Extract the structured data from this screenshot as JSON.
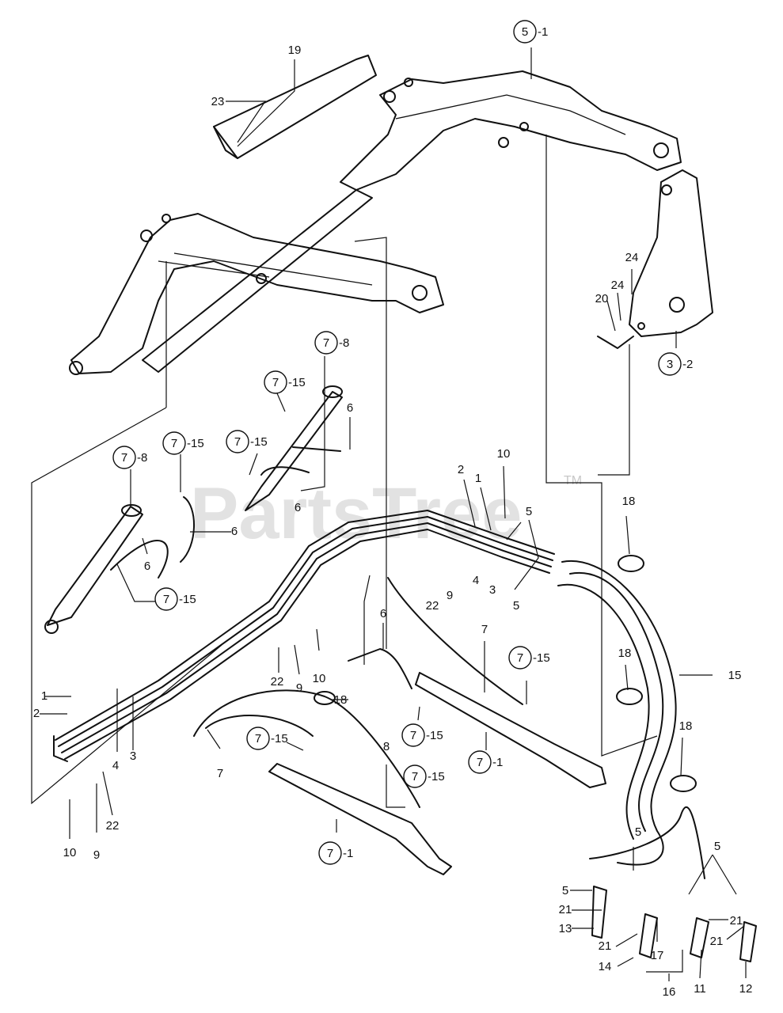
{
  "watermark": {
    "text": "PartsTree",
    "tm": "TM"
  },
  "callouts": [
    {
      "id": "c-5-1",
      "circled": "5",
      "suffix": "-1"
    },
    {
      "id": "c-19",
      "text": "19"
    },
    {
      "id": "c-23",
      "text": "23"
    },
    {
      "id": "c-24a",
      "text": "24"
    },
    {
      "id": "c-24b",
      "text": "24"
    },
    {
      "id": "c-20",
      "text": "20"
    },
    {
      "id": "c-3-2",
      "circled": "3",
      "suffix": "-2"
    },
    {
      "id": "c-7-8a",
      "circled": "7",
      "suffix": "-8"
    },
    {
      "id": "c-7-15a",
      "circled": "7",
      "suffix": "-15"
    },
    {
      "id": "c-6a",
      "text": "6"
    },
    {
      "id": "c-7-15b",
      "circled": "7",
      "suffix": "-15"
    },
    {
      "id": "c-6b",
      "text": "6"
    },
    {
      "id": "c-7-8b",
      "circled": "7",
      "suffix": "-8"
    },
    {
      "id": "c-7-15c",
      "circled": "7",
      "suffix": "-15"
    },
    {
      "id": "c-6c",
      "text": "6"
    },
    {
      "id": "c-6d",
      "text": "6"
    },
    {
      "id": "c-7-15d",
      "circled": "7",
      "suffix": "-15"
    },
    {
      "id": "c-10a",
      "text": "10"
    },
    {
      "id": "c-2a",
      "text": "2"
    },
    {
      "id": "c-1a",
      "text": "1"
    },
    {
      "id": "c-5a",
      "text": "5"
    },
    {
      "id": "c-5b",
      "text": "5"
    },
    {
      "id": "c-4a",
      "text": "4"
    },
    {
      "id": "c-3a",
      "text": "3"
    },
    {
      "id": "c-22a",
      "text": "22"
    },
    {
      "id": "c-9a",
      "text": "9"
    },
    {
      "id": "c-18a",
      "text": "18"
    },
    {
      "id": "c-6e",
      "text": "6"
    },
    {
      "id": "c-7a",
      "text": "7"
    },
    {
      "id": "c-7-15e",
      "circled": "7",
      "suffix": "-15"
    },
    {
      "id": "c-18b",
      "text": "18"
    },
    {
      "id": "c-15",
      "text": "15"
    },
    {
      "id": "c-22b",
      "text": "22"
    },
    {
      "id": "c-9b",
      "text": "9"
    },
    {
      "id": "c-10b",
      "text": "10"
    },
    {
      "id": "c-18c",
      "text": "18"
    },
    {
      "id": "c-1b",
      "text": "1"
    },
    {
      "id": "c-2b",
      "text": "2"
    },
    {
      "id": "c-7-15f",
      "circled": "7",
      "suffix": "-15"
    },
    {
      "id": "c-7-1a",
      "circled": "7",
      "suffix": "-1"
    },
    {
      "id": "c-18d",
      "text": "18"
    },
    {
      "id": "c-3b",
      "text": "3"
    },
    {
      "id": "c-4b",
      "text": "4"
    },
    {
      "id": "c-7b",
      "text": "7"
    },
    {
      "id": "c-7-15g",
      "circled": "7",
      "suffix": "-15"
    },
    {
      "id": "c-8",
      "text": "8"
    },
    {
      "id": "c-7-15h",
      "circled": "7",
      "suffix": "-15"
    },
    {
      "id": "c-22c",
      "text": "22"
    },
    {
      "id": "c-9c",
      "text": "9"
    },
    {
      "id": "c-10c",
      "text": "10"
    },
    {
      "id": "c-7-1b",
      "circled": "7",
      "suffix": "-1"
    },
    {
      "id": "c-5c",
      "text": "5"
    },
    {
      "id": "c-5d",
      "text": "5"
    },
    {
      "id": "c-5e",
      "text": "5"
    },
    {
      "id": "c-21a",
      "text": "21"
    },
    {
      "id": "c-13",
      "text": "13"
    },
    {
      "id": "c-21b",
      "text": "21"
    },
    {
      "id": "c-14",
      "text": "14"
    },
    {
      "id": "c-17",
      "text": "17"
    },
    {
      "id": "c-21c",
      "text": "21"
    },
    {
      "id": "c-21d",
      "text": "21"
    },
    {
      "id": "c-11",
      "text": "11"
    },
    {
      "id": "c-12",
      "text": "12"
    },
    {
      "id": "c-16",
      "text": "16"
    }
  ]
}
